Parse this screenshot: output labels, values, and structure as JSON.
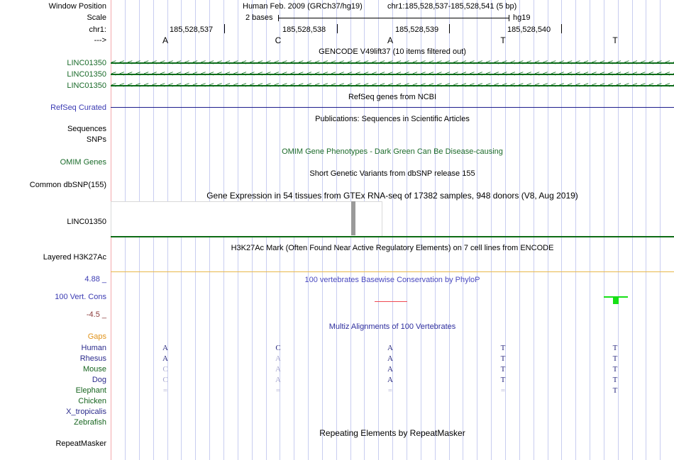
{
  "header": {
    "assembly_title": "Human Feb. 2009 (GRCh37/hg19)",
    "position": "chr1:185,528,537-185,528,541 (5 bp)",
    "window_position_label": "Window Position",
    "scale_label": "Scale",
    "scale_value": "2 bases",
    "db_label": "hg19",
    "chrom_label": "chr1:",
    "strand_label": "--->"
  },
  "ruler": {
    "coords": [
      "185,528,537",
      "185,528,538",
      "185,528,539",
      "185,528,540"
    ],
    "bases": [
      "A",
      "C",
      "A",
      "T",
      "T"
    ]
  },
  "tracks": {
    "gencode_title": "GENCODE V49lift37 (10 items filtered out)",
    "gene_rows": [
      "LINC01350",
      "LINC01350",
      "LINC01350"
    ],
    "refseq_title": "RefSeq genes from NCBI",
    "refseq_curated_label": "RefSeq Curated",
    "publications_title": "Publications: Sequences in Scientific Articles",
    "sequences_label": "Sequences",
    "snps_label": "SNPs",
    "omim_title": "OMIM Gene Phenotypes - Dark Green Can Be Disease-causing",
    "omim_label": "OMIM Genes",
    "dbsnp_title": "Short Genetic Variants from dbSNP release 155",
    "dbsnp_label": "Common dbSNP(155)",
    "gtex_title": "Gene Expression in 54 tissues from GTEx RNA-seq of 17382 samples, 948 donors (V8, Aug 2019)",
    "gtex_label": "LINC01350",
    "h3k27ac_title": "H3K27Ac Mark (Often Found Near Active Regulatory Elements) on 7 cell lines from ENCODE",
    "h3k27ac_label": "Layered H3K27Ac",
    "phylop_title": "100 vertebrates Basewise Conservation by PhyloP",
    "cons_label": "100 Vert. Cons",
    "cons_max": "4.88 _",
    "cons_min": "-4.5 _",
    "multiz_title": "Multiz Alignments of 100 Vertebrates",
    "gaps_label": "Gaps",
    "repeatmasker_title": "Repeating Elements by RepeatMasker",
    "repeatmasker_label": "RepeatMasker"
  },
  "multiz": {
    "species": [
      {
        "name": "Human",
        "color": "navy",
        "bases": [
          "A",
          "C",
          "A",
          "T",
          "T"
        ],
        "weak": [
          false,
          false,
          false,
          false,
          false
        ]
      },
      {
        "name": "Rhesus",
        "color": "navy",
        "bases": [
          "A",
          "A",
          "A",
          "T",
          "T"
        ],
        "weak": [
          false,
          true,
          false,
          false,
          false
        ]
      },
      {
        "name": "Mouse",
        "color": "dkgreen",
        "bases": [
          "C",
          "A",
          "A",
          "T",
          "T"
        ],
        "weak": [
          true,
          true,
          false,
          false,
          false
        ]
      },
      {
        "name": "Dog",
        "color": "navy",
        "bases": [
          "C",
          "A",
          "A",
          "T",
          "T"
        ],
        "weak": [
          true,
          true,
          false,
          false,
          false
        ]
      },
      {
        "name": "Elephant",
        "color": "dkgreen",
        "bases": [
          "=",
          "=",
          "=",
          "=",
          "T"
        ],
        "weak": [
          true,
          true,
          true,
          true,
          false
        ]
      },
      {
        "name": "Chicken",
        "color": "dkgreen",
        "bases": [
          "",
          "",
          "",
          "",
          ""
        ],
        "weak": [
          true,
          true,
          true,
          true,
          true
        ]
      },
      {
        "name": "X_tropicalis",
        "color": "navy",
        "bases": [
          "",
          "",
          "",
          "",
          ""
        ],
        "weak": [
          true,
          true,
          true,
          true,
          true
        ]
      },
      {
        "name": "Zebrafish",
        "color": "dkgreen",
        "bases": [
          "",
          "",
          "",
          "",
          ""
        ],
        "weak": [
          true,
          true,
          true,
          true,
          true
        ]
      }
    ]
  },
  "colors": {
    "gene_green": "#0a6b18",
    "refseq_navy": "#1c1c8c",
    "gold": "#e8b84b",
    "cons_negative": "#ef4a52",
    "cons_positive": "#16e016",
    "gridline": "#c8cdf0",
    "gridline_red": "#f3a9ac",
    "gtex_bar": "#9a9a9a"
  }
}
